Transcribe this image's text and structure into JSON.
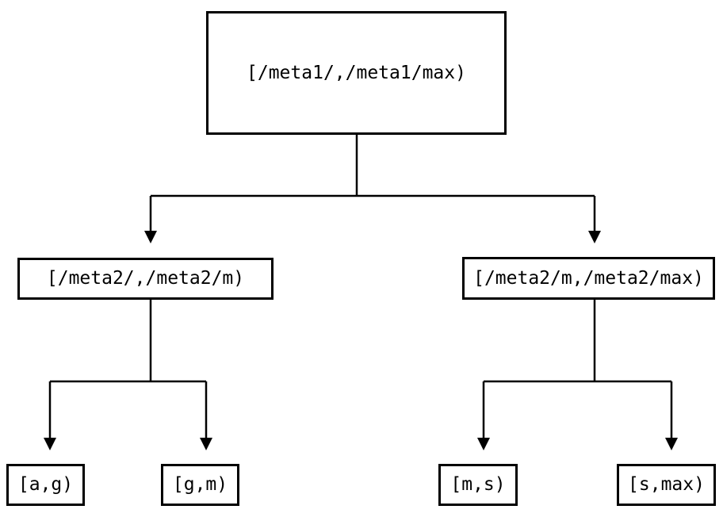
{
  "nodes": {
    "root": {
      "label": "[/meta1/,/meta1/max)"
    },
    "children": [
      {
        "label": "[/meta2/,/meta2/m)"
      },
      {
        "label": "[/meta2/m,/meta2/max)"
      }
    ],
    "leaves": [
      {
        "label": "[a,g)"
      },
      {
        "label": "[g,m)"
      },
      {
        "label": "[m,s)"
      },
      {
        "label": "[s,max)"
      }
    ]
  },
  "colors": {
    "line": "#000000",
    "node_border": "#000000",
    "node_fill": "#ffffff",
    "text": "#000000",
    "background": "#ffffff"
  }
}
